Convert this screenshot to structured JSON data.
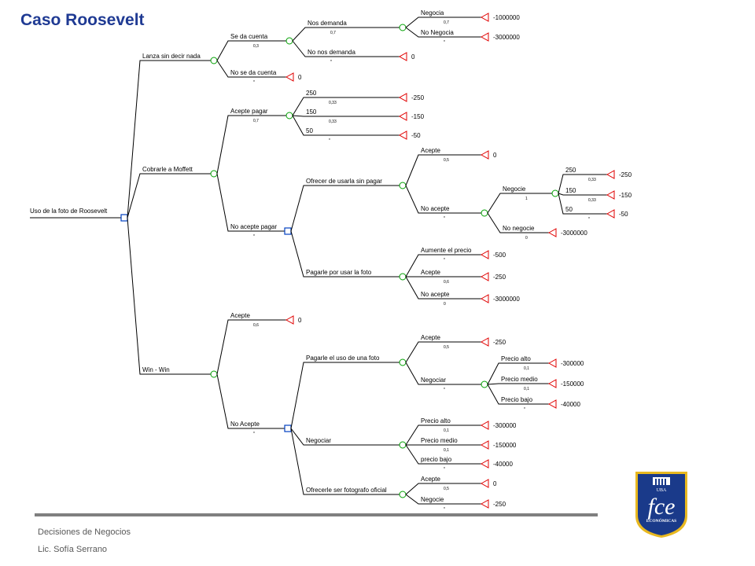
{
  "slide": {
    "title": "Caso Roosevelt",
    "footer_line1": "Decisiones de Negocios",
    "footer_line2": "Lic. Sofía Serrano"
  },
  "logo": {
    "top_text": "UBA",
    "main_text": "fce",
    "bottom_text": "ECONÓMICAS",
    "colors": {
      "navy": "#1a3a8a",
      "gold": "#e8b820"
    }
  },
  "colors": {
    "title": "#1f3a93",
    "chance_node": "#00a000",
    "decision_node": "#0040c0",
    "terminal_node": "#e00000"
  },
  "tree": {
    "root": "Uso de la foto de Roosevelt",
    "options": [
      {
        "label": "Lanza sin decir nada",
        "branches": [
          {
            "label": "Se da cuenta",
            "prob": "0,3",
            "outcomes": [
              {
                "label": "Nos demanda",
                "prob": "0,7",
                "outcomes": [
                  {
                    "label": "Negocia",
                    "prob": "0,7",
                    "payoff": "-1000000"
                  },
                  {
                    "label": "No Negocia",
                    "prob": "*",
                    "payoff": "-3000000"
                  }
                ]
              },
              {
                "label": "No nos demanda",
                "prob": "*",
                "payoff": "0"
              }
            ]
          },
          {
            "label": "No se da cuenta",
            "prob": "*",
            "payoff": "0"
          }
        ]
      },
      {
        "label": "Cobrarle a Moffett",
        "branches": [
          {
            "label": "Acepte pagar",
            "prob": "0,7",
            "outcomes": [
              {
                "label": "250",
                "prob": "0,33",
                "payoff": "-250"
              },
              {
                "label": "150",
                "prob": "0,33",
                "payoff": "-150"
              },
              {
                "label": "50",
                "prob": "*",
                "payoff": "-50"
              }
            ]
          },
          {
            "label": "No acepte pagar",
            "prob": "*",
            "decisions": [
              {
                "label": "Ofrecer de usarla sin  pagar",
                "outcomes": [
                  {
                    "label": "Acepte",
                    "prob": "0,5",
                    "payoff": "0"
                  },
                  {
                    "label": "No acepte",
                    "prob": "*",
                    "outcomes": [
                      {
                        "label": "Negocie",
                        "prob": "1",
                        "outcomes": [
                          {
                            "label": "250",
                            "prob": "0,33",
                            "payoff": "-250"
                          },
                          {
                            "label": "150",
                            "prob": "0,33",
                            "payoff": "-150"
                          },
                          {
                            "label": "50",
                            "prob": "*",
                            "payoff": "-50"
                          }
                        ]
                      },
                      {
                        "label": "No negocie",
                        "prob": "0",
                        "payoff": "-3000000"
                      }
                    ]
                  }
                ]
              },
              {
                "label": "Pagarle por usar la foto",
                "outcomes": [
                  {
                    "label": "Aumente el precio",
                    "prob": "*",
                    "payoff": "-500"
                  },
                  {
                    "label": "Acepte",
                    "prob": "0,6",
                    "payoff": "-250"
                  },
                  {
                    "label": "No acepte",
                    "prob": "0",
                    "payoff": "-3000000"
                  }
                ]
              }
            ]
          }
        ]
      },
      {
        "label": "Win - Win",
        "branches": [
          {
            "label": "Acepte",
            "prob": "0,6",
            "payoff": "0"
          },
          {
            "label": "No Acepte",
            "prob": "*",
            "decisions": [
              {
                "label": "Pagarle el uso de una foto",
                "outcomes": [
                  {
                    "label": "Acepte",
                    "prob": "0,5",
                    "payoff": "-250"
                  },
                  {
                    "label": "Negociar",
                    "prob": "*",
                    "outcomes": [
                      {
                        "label": "Precio alto",
                        "prob": "0,1",
                        "payoff": "-300000"
                      },
                      {
                        "label": "Precio medio",
                        "prob": "0,1",
                        "payoff": "-150000"
                      },
                      {
                        "label": "Precio bajo",
                        "prob": "*",
                        "payoff": "-40000"
                      }
                    ]
                  }
                ]
              },
              {
                "label": "Negociar",
                "outcomes": [
                  {
                    "label": "Precio alto",
                    "prob": "0,1",
                    "payoff": "-300000"
                  },
                  {
                    "label": "Precio medio",
                    "prob": "0,1",
                    "payoff": "-150000"
                  },
                  {
                    "label": "precio bajo",
                    "prob": "*",
                    "payoff": "-40000"
                  }
                ]
              },
              {
                "label": "Ofrecerle ser fotografo oficial",
                "outcomes": [
                  {
                    "label": "Acepte",
                    "prob": "0,5",
                    "payoff": "0"
                  },
                  {
                    "label": "Negocie",
                    "prob": "*",
                    "payoff": "-250"
                  }
                ]
              }
            ]
          }
        ]
      }
    ]
  }
}
